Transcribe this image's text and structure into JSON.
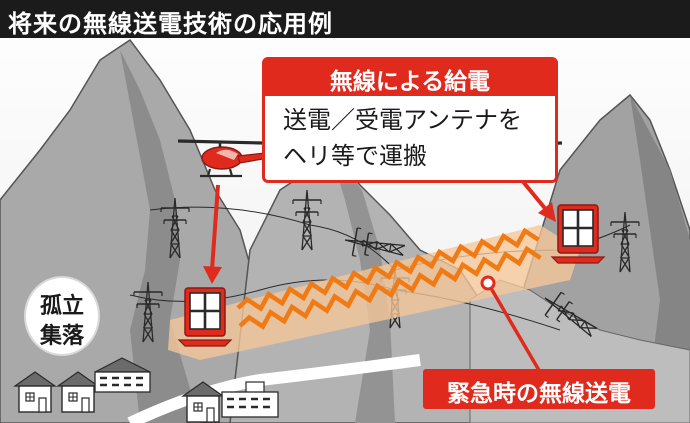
{
  "title": "将来の無線送電技術の応用例",
  "callout": {
    "heading": "無線による給電",
    "body_line1": "送電／受電アンテナを",
    "body_line2": "ヘリ等で運搬"
  },
  "village_label": {
    "line1": "孤立",
    "line2": "集落"
  },
  "emergency_label": "緊急時の無線送電",
  "colors": {
    "accent_red": "#e02a1e",
    "beam_orange": "#f5c79a",
    "zigzag_orange": "#f07a14",
    "mountain_gray": "#a7a7a7",
    "mountain_dark": "#6f6f6f",
    "title_bar": "#1b1b1b"
  },
  "icons": [
    "helicopter-icon",
    "transmission-tower-icon",
    "antenna-panel-icon",
    "house-icon",
    "school-building-icon"
  ]
}
